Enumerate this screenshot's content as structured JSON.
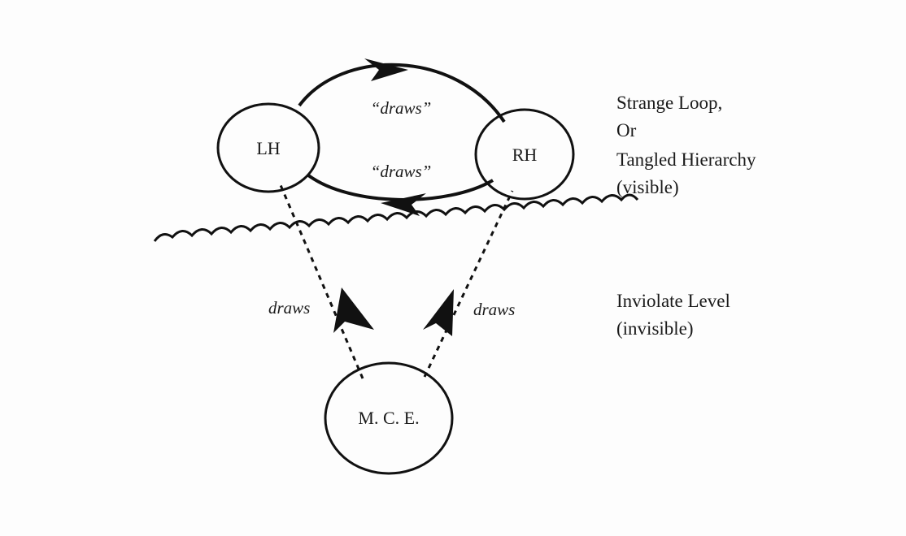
{
  "nodes": {
    "lh": "LH",
    "rh": "RH",
    "mce": "M. C. E."
  },
  "edges": {
    "top_label": "“draws”",
    "bottom_label": "“draws”",
    "left_label": "draws",
    "right_label": "draws"
  },
  "levels": {
    "visible": {
      "line1": "Strange Loop,",
      "line2": "Or",
      "line3": "Tangled Hierarchy",
      "line4": "(visible)"
    },
    "invisible": {
      "line1": "Inviolate Level",
      "line2": "(invisible)"
    }
  },
  "colors": {
    "ink": "#111111",
    "paper": "#fdfdfd"
  }
}
